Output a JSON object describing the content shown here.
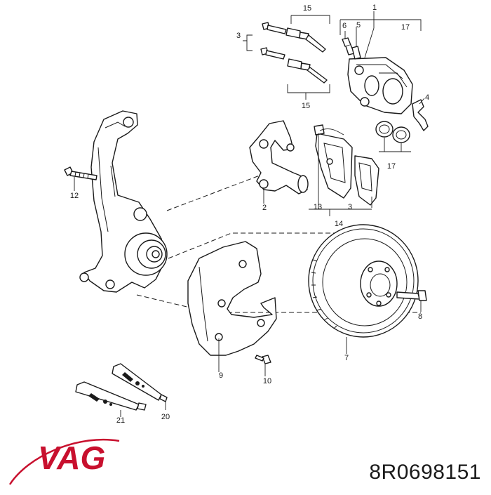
{
  "part_number": "8R0698151",
  "brand": "VAG",
  "brand_color": "#c8102e",
  "callouts": {
    "c1": "1",
    "c2": "2",
    "c3a": "3",
    "c3b": "3",
    "c4": "4",
    "c5": "5",
    "c6": "6",
    "c7": "7",
    "c8": "8",
    "c9": "9",
    "c10": "10",
    "c12": "12",
    "c13": "13",
    "c14": "14",
    "c15a": "15",
    "c15b": "15",
    "c17a": "17",
    "c17b": "17",
    "c20": "20",
    "c21": "21"
  }
}
